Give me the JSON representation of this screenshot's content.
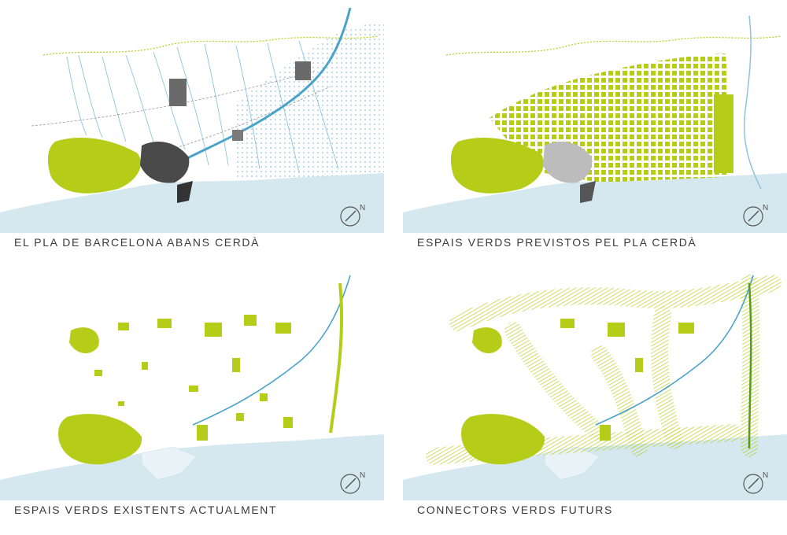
{
  "colors": {
    "park_green": "#b5cc18",
    "light_green": "#d7e37a",
    "sea": "#d6e8ef",
    "river_blue": "#4aa3c9",
    "stream_blue": "#8fc3dc",
    "urban_dark": "#333333",
    "road_gray": "#9a9a9a"
  },
  "compass": {
    "label": "N",
    "icon": "north-arrow-icon"
  },
  "panels": [
    {
      "caption": "EL PLA DE BARCELONA ABANS CERDÀ"
    },
    {
      "caption": "ESPAIS VERDS PREVISTOS PEL PLA CERDÀ"
    },
    {
      "caption": "ESPAIS VERDS EXISTENTS ACTUALMENT"
    },
    {
      "caption": "CONNECTORS VERDS FUTURS"
    }
  ]
}
